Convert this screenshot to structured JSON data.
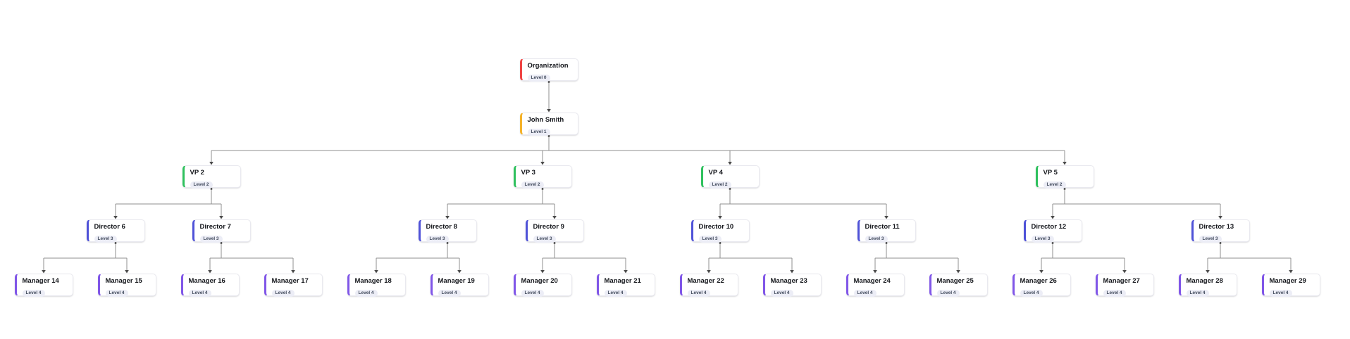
{
  "page": {
    "background_color": "#ffffff"
  },
  "diagram": {
    "type": "org-chart-tree",
    "connector_color": "#8f8f8f",
    "arrowhead_color": "#4a4a4a",
    "levels": [
      {
        "index": 0,
        "accent_color": "#ef4444"
      },
      {
        "index": 1,
        "accent_color": "#f5b32b"
      },
      {
        "index": 2,
        "accent_color": "#2fc15e"
      },
      {
        "index": 3,
        "accent_color": "#4f52d8"
      },
      {
        "index": 4,
        "accent_color": "#8056e8"
      }
    ],
    "nodes": [
      {
        "id": "org",
        "label": "Organization",
        "badge": "Level 0",
        "level": 0,
        "parent": null
      },
      {
        "id": "john",
        "label": "John Smith",
        "badge": "Level 1",
        "level": 1,
        "parent": "org"
      },
      {
        "id": "vp2",
        "label": "VP 2",
        "badge": "Level 2",
        "level": 2,
        "parent": "john"
      },
      {
        "id": "vp3",
        "label": "VP 3",
        "badge": "Level 2",
        "level": 2,
        "parent": "john"
      },
      {
        "id": "vp4",
        "label": "VP 4",
        "badge": "Level 2",
        "level": 2,
        "parent": "john"
      },
      {
        "id": "vp5",
        "label": "VP 5",
        "badge": "Level 2",
        "level": 2,
        "parent": "john"
      },
      {
        "id": "d6",
        "label": "Director 6",
        "badge": "Level 3",
        "level": 3,
        "parent": "vp2"
      },
      {
        "id": "d7",
        "label": "Director 7",
        "badge": "Level 3",
        "level": 3,
        "parent": "vp2"
      },
      {
        "id": "d8",
        "label": "Director 8",
        "badge": "Level 3",
        "level": 3,
        "parent": "vp3"
      },
      {
        "id": "d9",
        "label": "Director 9",
        "badge": "Level 3",
        "level": 3,
        "parent": "vp3"
      },
      {
        "id": "d10",
        "label": "Director 10",
        "badge": "Level 3",
        "level": 3,
        "parent": "vp4"
      },
      {
        "id": "d11",
        "label": "Director 11",
        "badge": "Level 3",
        "level": 3,
        "parent": "vp4"
      },
      {
        "id": "d12",
        "label": "Director 12",
        "badge": "Level 3",
        "level": 3,
        "parent": "vp5"
      },
      {
        "id": "d13",
        "label": "Director 13",
        "badge": "Level 3",
        "level": 3,
        "parent": "vp5"
      },
      {
        "id": "m14",
        "label": "Manager 14",
        "badge": "Level 4",
        "level": 4,
        "parent": "d6"
      },
      {
        "id": "m15",
        "label": "Manager 15",
        "badge": "Level 4",
        "level": 4,
        "parent": "d6"
      },
      {
        "id": "m16",
        "label": "Manager 16",
        "badge": "Level 4",
        "level": 4,
        "parent": "d7"
      },
      {
        "id": "m17",
        "label": "Manager 17",
        "badge": "Level 4",
        "level": 4,
        "parent": "d7"
      },
      {
        "id": "m18",
        "label": "Manager 18",
        "badge": "Level 4",
        "level": 4,
        "parent": "d8"
      },
      {
        "id": "m19",
        "label": "Manager 19",
        "badge": "Level 4",
        "level": 4,
        "parent": "d8"
      },
      {
        "id": "m20",
        "label": "Manager 20",
        "badge": "Level 4",
        "level": 4,
        "parent": "d9"
      },
      {
        "id": "m21",
        "label": "Manager 21",
        "badge": "Level 4",
        "level": 4,
        "parent": "d9"
      },
      {
        "id": "m22",
        "label": "Manager 22",
        "badge": "Level 4",
        "level": 4,
        "parent": "d10"
      },
      {
        "id": "m23",
        "label": "Manager 23",
        "badge": "Level 4",
        "level": 4,
        "parent": "d10"
      },
      {
        "id": "m24",
        "label": "Manager 24",
        "badge": "Level 4",
        "level": 4,
        "parent": "d11"
      },
      {
        "id": "m25",
        "label": "Manager 25",
        "badge": "Level 4",
        "level": 4,
        "parent": "d11"
      },
      {
        "id": "m26",
        "label": "Manager 26",
        "badge": "Level 4",
        "level": 4,
        "parent": "d12"
      },
      {
        "id": "m27",
        "label": "Manager 27",
        "badge": "Level 4",
        "level": 4,
        "parent": "d12"
      },
      {
        "id": "m28",
        "label": "Manager 28",
        "badge": "Level 4",
        "level": 4,
        "parent": "d13"
      },
      {
        "id": "m29",
        "label": "Manager 29",
        "badge": "Level 4",
        "level": 4,
        "parent": "d13"
      }
    ]
  }
}
